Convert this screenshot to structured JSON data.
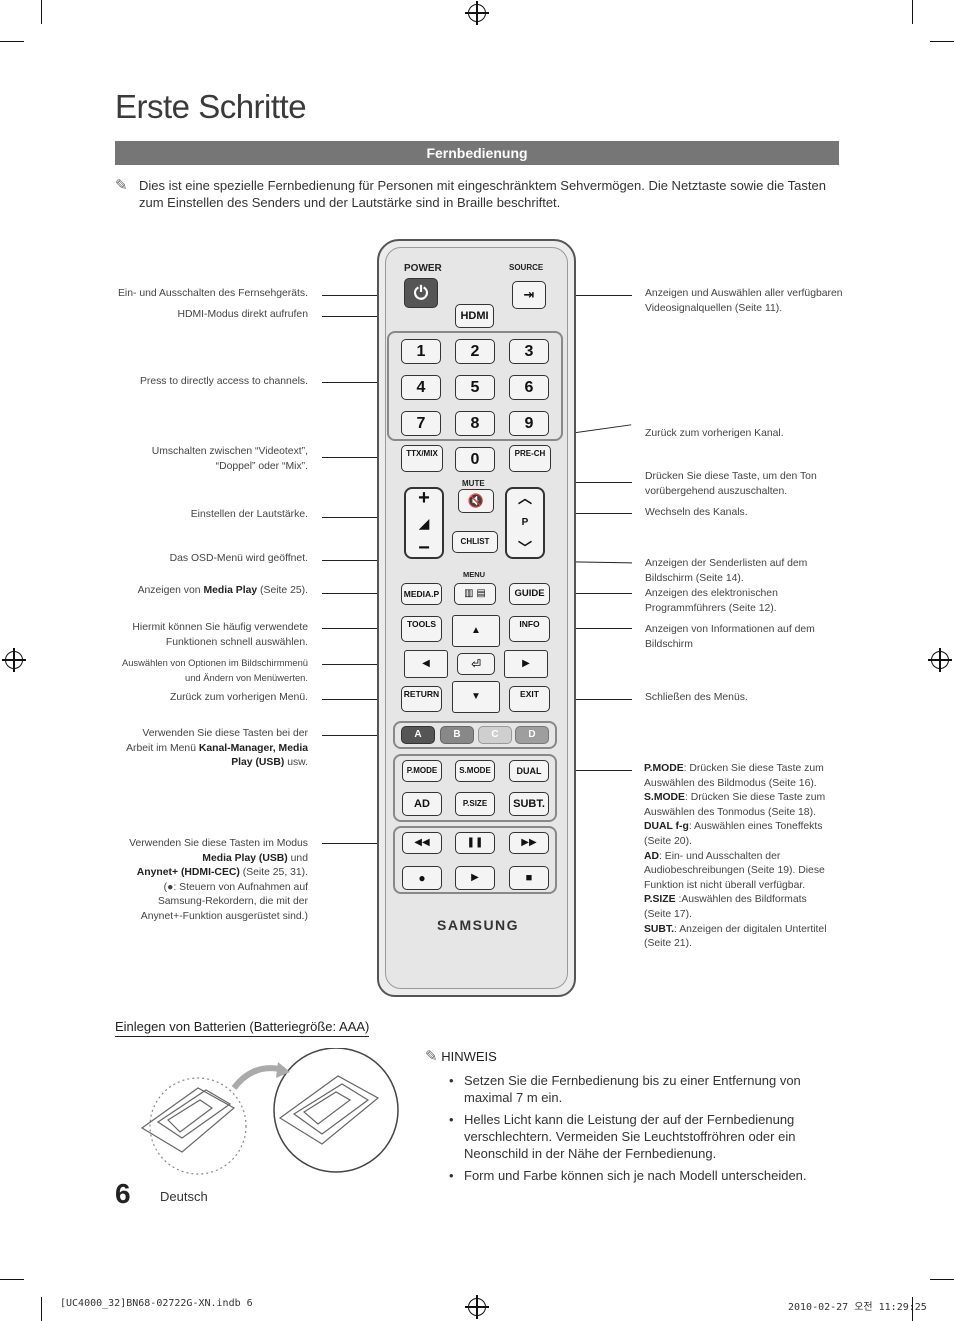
{
  "title": "Erste Schritte",
  "section": "Fernbedienung",
  "intro": "Dies ist eine spezielle Fernbedienung für Personen mit eingeschränktem Sehvermögen. Die Netztaste sowie die Tasten zum Einstellen des Senders und der Lautstärke sind in Braille beschriftet.",
  "left_labels": [
    [
      "Ein- und Ausschalten des Fernsehgeräts."
    ],
    [
      "HDMI-Modus direkt aufrufen"
    ],
    [
      "Press to directly access to channels."
    ],
    [
      "Umschalten zwischen “Videotext”,",
      "“Doppel” oder “Mix”."
    ],
    [
      "Einstellen der Lautstärke."
    ],
    [
      "Das OSD-Menü wird geöffnet."
    ],
    [
      "Hiermit können Sie häufig verwendete",
      "Funktionen schnell auswählen."
    ],
    [
      "Auswählen von Optionen im Bildschirmmenü",
      "und Ändern von Menüwerten."
    ],
    [
      "Zurück zum vorherigen Menü."
    ]
  ],
  "media_label": {
    "pre": "Anzeigen von ",
    "bold": "Media Play",
    "post": " (Seite 25)."
  },
  "abcd_label": {
    "l1": "Verwenden Sie diese Tasten bei der",
    "l2_pre": "Arbeit im Menü ",
    "l2_bold": "Kanal-Manager, Media",
    "l3_bold": "Play (USB)",
    "l3_post": " usw."
  },
  "playback_label": {
    "l1": "Verwenden Sie diese Tasten im Modus",
    "l2_bold": "Media Play (USB)",
    "l2_post": " und",
    "l3_bold": "Anynet+ (HDMI-CEC)",
    "l3_post": " (Seite 25, 31).",
    "l4_pre": "(",
    "l4_icon": "●",
    "l4_post": ": Steuern von Aufnahmen auf",
    "l5": "Samsung-Rekordern, die mit der",
    "l6": "Anynet+-Funktion ausgerüstet sind.)"
  },
  "right_labels": [
    [
      "Anzeigen und Auswählen aller verfügbaren",
      "Videosignalquellen (Seite 11)."
    ],
    [
      "Zurück zum vorherigen Kanal."
    ],
    [
      "Drücken Sie diese Taste, um den Ton",
      "vorübergehend auszuschalten."
    ],
    [
      "Wechseln des Kanals."
    ],
    [
      "Anzeigen der Senderlisten auf dem",
      "Bildschirm (Seite 14)."
    ],
    [
      "Anzeigen des elektronischen",
      "Programmführers (Seite 12)."
    ],
    [
      "Anzeigen von Informationen auf dem",
      "Bildschirm"
    ],
    [
      "Schließen des Menüs."
    ]
  ],
  "mode_notes": [
    {
      "bold": "P.MODE",
      "text": ": Drücken Sie diese Taste zum"
    },
    {
      "bold": "",
      "text": "Auswählen des Bildmodus (Seite 16)."
    },
    {
      "bold": "S.MODE",
      "text": ": Drücken Sie diese Taste zum"
    },
    {
      "bold": "",
      "text": "Auswählen des Tonmodus (Seite 18)."
    },
    {
      "bold": "DUAL f-g",
      "text": ": Auswählen eines Toneffekts"
    },
    {
      "bold": "",
      "text": "(Seite 20)."
    },
    {
      "bold": "AD",
      "text": ": Ein- und Ausschalten der"
    },
    {
      "bold": "",
      "text": "Audiobeschreibungen (Seite 19). Diese"
    },
    {
      "bold": "",
      "text": "Funktion ist nicht überall verfügbar."
    },
    {
      "bold": "P.SIZE",
      "text": " :Auswählen des Bildformats"
    },
    {
      "bold": "",
      "text": "(Seite 17)."
    },
    {
      "bold": "SUBT.",
      "text": ": Anzeigen der digitalen Untertitel"
    },
    {
      "bold": "",
      "text": "(Seite 21)."
    }
  ],
  "remote": {
    "power": "POWER",
    "source": "SOURCE",
    "hdmi": "HDMI",
    "digits": [
      "1",
      "2",
      "3",
      "4",
      "5",
      "6",
      "7",
      "8",
      "9",
      "0"
    ],
    "ttx": "TTX/MIX",
    "prech": "PRE-CH",
    "mute": "MUTE",
    "chlist": "CHLIST",
    "p": "P",
    "menu": "MENU",
    "mediap": "MEDIA.P",
    "guide": "GUIDE",
    "tools": "TOOLS",
    "info": "INFO",
    "return": "RETURN",
    "exit": "EXIT",
    "a": "A",
    "b": "B",
    "c": "C",
    "d": "D",
    "pmode": "P.MODE",
    "smode": "S.MODE",
    "dual": "DUAL",
    "ad": "AD",
    "psize": "P.SIZE",
    "subt": "SUBT.",
    "brand": "SAMSUNG"
  },
  "battery_heading": "Einlegen von Batterien (Batteriegröße: AAA)",
  "hinweis": "HINWEIS",
  "notes": [
    "Setzen Sie die Fernbedienung bis zu einer Entfernung von maximal 7 m ein.",
    "Helles Licht kann die Leistung der auf der Fernbedienung verschlechtern. Vermeiden Sie Leuchtstoffröhren oder ein Neonschild in der Nähe der Fernbedienung.",
    "Form und Farbe können sich je nach Modell unterscheiden."
  ],
  "page_number": "6",
  "language": "Deutsch",
  "footer_left": "[UC4000_32]BN68-02722G-XN.indb   6",
  "footer_right": "2010-02-27   오전 11:29:25"
}
